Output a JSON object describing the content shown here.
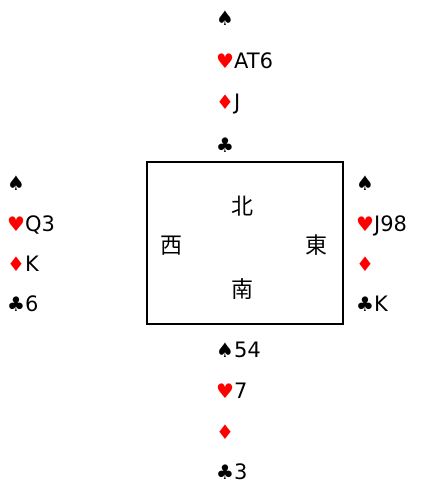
{
  "suits": {
    "spade": "♠",
    "heart": "♥",
    "diamond": "♦",
    "club": "♣"
  },
  "colors": {
    "red_suit": "#ff0000",
    "black_suit": "#000000",
    "border": "#000000"
  },
  "hands": {
    "north": {
      "spades": "",
      "hearts": "AT6",
      "diamonds": "J",
      "clubs": ""
    },
    "west": {
      "spades": "",
      "hearts": "Q3",
      "diamonds": "K",
      "clubs": "6"
    },
    "east": {
      "spades": "",
      "hearts": "J98",
      "diamonds": "",
      "clubs": "K"
    },
    "south": {
      "spades": "54",
      "hearts": "7",
      "diamonds": "",
      "clubs": "3"
    }
  },
  "compass": {
    "north": "北",
    "west": "西",
    "east": "東",
    "south": "南"
  }
}
